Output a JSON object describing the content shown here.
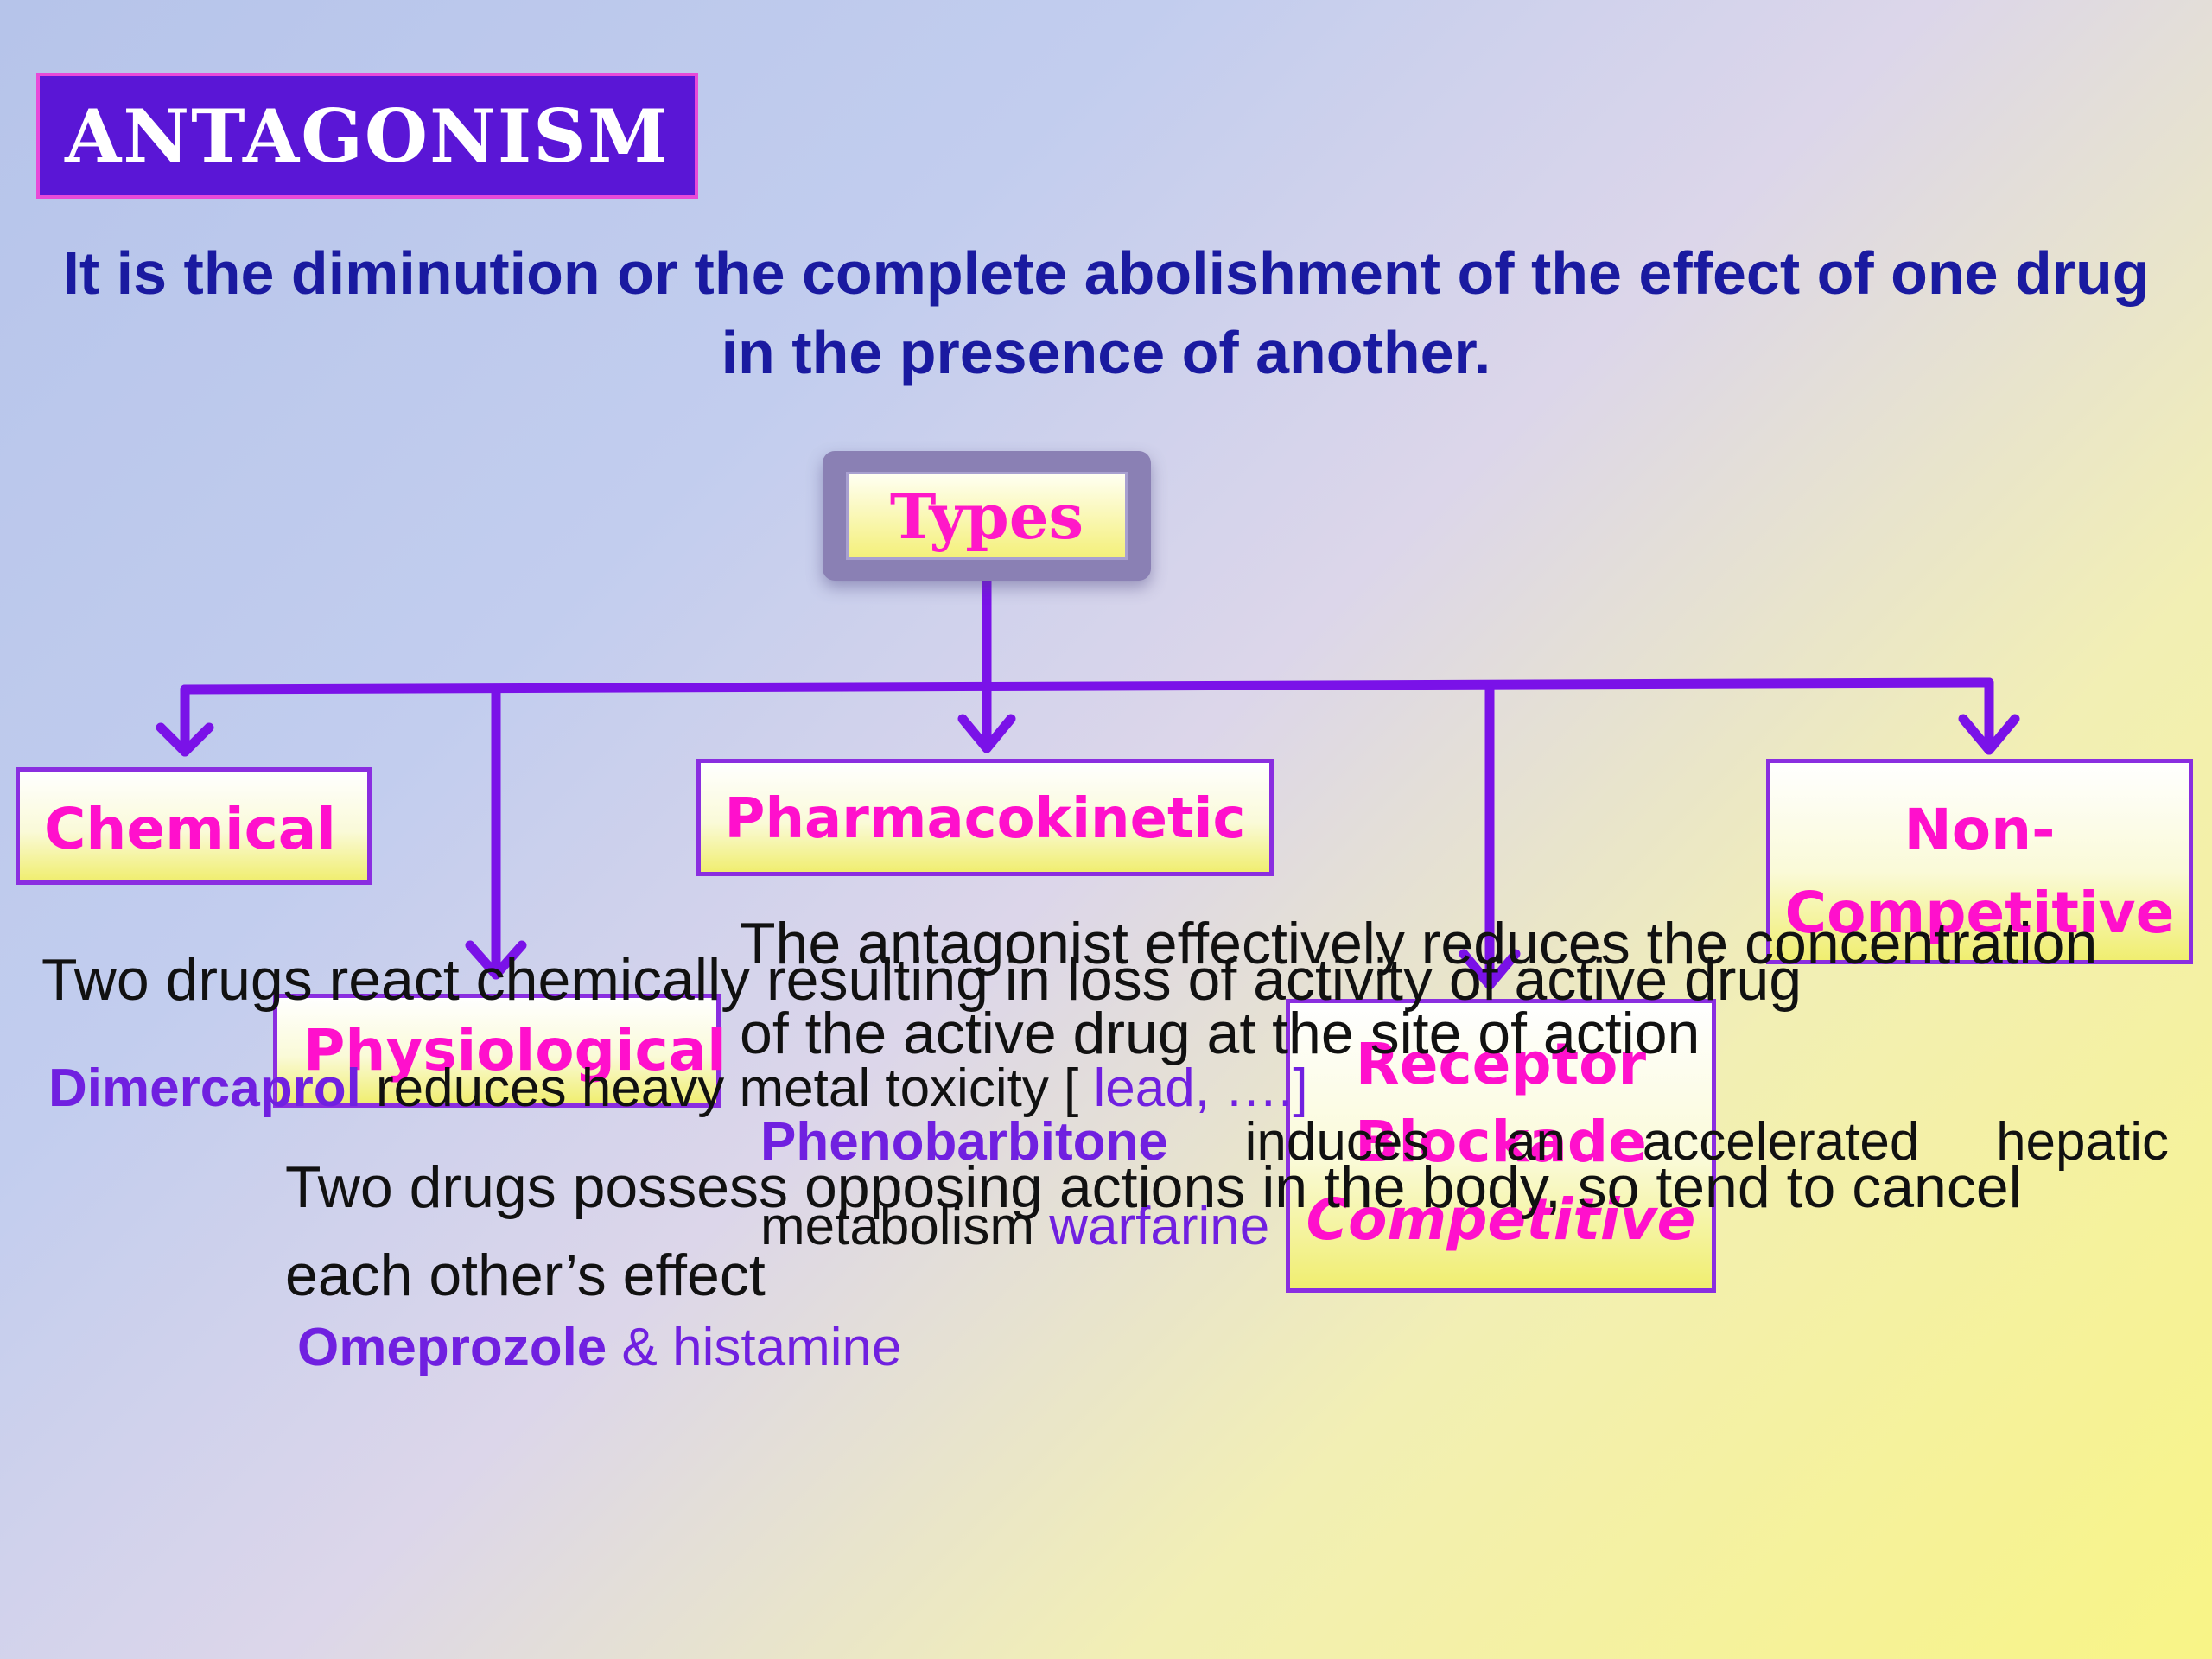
{
  "title": "ANTAGONISM",
  "definition": "It is the diminution or the complete abolishment of the effect of one drug in the presence of another.",
  "root": "Types",
  "nodes": {
    "chemical": "Chemical",
    "physiological": "Physiological",
    "pharmacokinetic": "Pharmacokinetic",
    "receptor_line1": "Receptor",
    "receptor_line2": "Blockade",
    "competitive": "Competitive",
    "noncomp_line1": "Non-",
    "noncomp_line2": "Competitive"
  },
  "descriptions": {
    "chemical": "Two drugs react chemically resulting in loss of activity of active drug",
    "physiological_line1": "Two drugs possess opposing actions in the body, so tend to cancel",
    "physiological_line2": "each other’s effect",
    "pharmacokinetic_line1": "The antagonist effectively reduces the concentration",
    "pharmacokinetic_line2": "of the active drug at the site of action"
  },
  "examples": {
    "chemical_drug": "Dimercaprol",
    "chemical_text": " reduces heavy metal toxicity [ ",
    "chemical_tail": "lead, ….]",
    "physio_drug": "Omeprozole",
    "physio_text": " & histamine",
    "pk_drug": "Phenobarbitone",
    "pk_word1": "induces",
    "pk_word2": "an",
    "pk_word3": "accelerated",
    "pk_word4": "hepatic",
    "pk_word5": "metabolism",
    "pk_word6": "warfarine"
  },
  "colors": {
    "connector": "#7a12e8",
    "node_text": "#ff10cc",
    "title_bg": "#5a16d6",
    "definition": "#1a1aa0",
    "example": "#7020e0"
  }
}
